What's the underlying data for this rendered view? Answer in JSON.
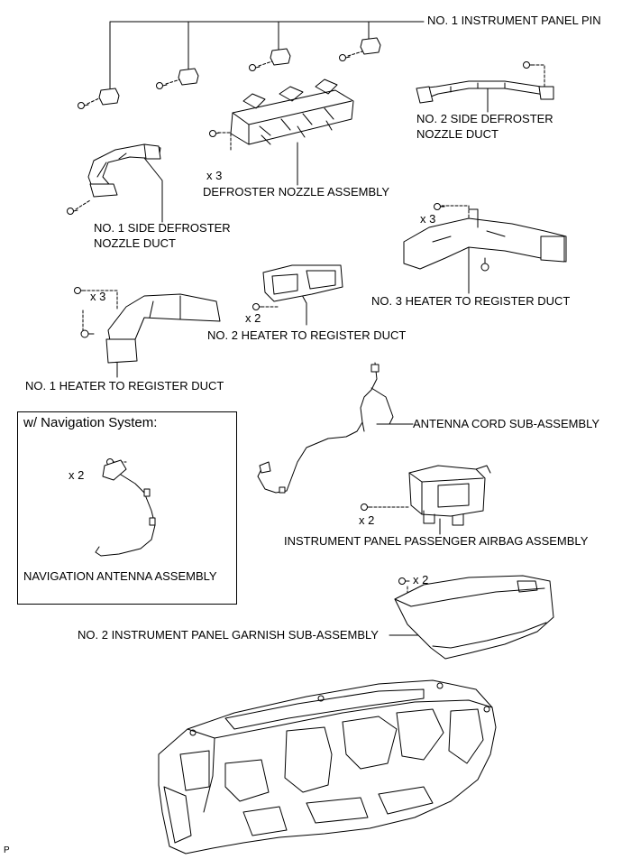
{
  "labels": {
    "pin": "NO. 1 INSTRUMENT PANEL PIN",
    "side_duct_2_l1": "NO. 2 SIDE DEFROSTER",
    "side_duct_2_l2": "NOZZLE DUCT",
    "defroster_nozzle": "DEFROSTER NOZZLE ASSEMBLY",
    "side_duct_1_l1": "NO. 1 SIDE DEFROSTER",
    "side_duct_1_l2": "NOZZLE DUCT",
    "heater_duct_3": "NO. 3 HEATER TO REGISTER DUCT",
    "heater_duct_2": "NO. 2 HEATER TO REGISTER DUCT",
    "heater_duct_1": "NO. 1 HEATER TO REGISTER DUCT",
    "antenna_cord": "ANTENNA CORD SUB-ASSEMBLY",
    "airbag": "INSTRUMENT PANEL PASSENGER AIRBAG ASSEMBLY",
    "garnish": "NO. 2 INSTRUMENT PANEL GARNISH SUB-ASSEMBLY",
    "nav_antenna": "NAVIGATION ANTENNA ASSEMBLY",
    "corner_code": "P"
  },
  "nav_box": {
    "title": "w/ Navigation System:",
    "count": "x 2"
  },
  "counts": {
    "defroster": "x 3",
    "heater_3": "x 3",
    "heater_1": "x 3",
    "heater_2": "x 2",
    "airbag": "x 2",
    "garnish": "x 2"
  }
}
